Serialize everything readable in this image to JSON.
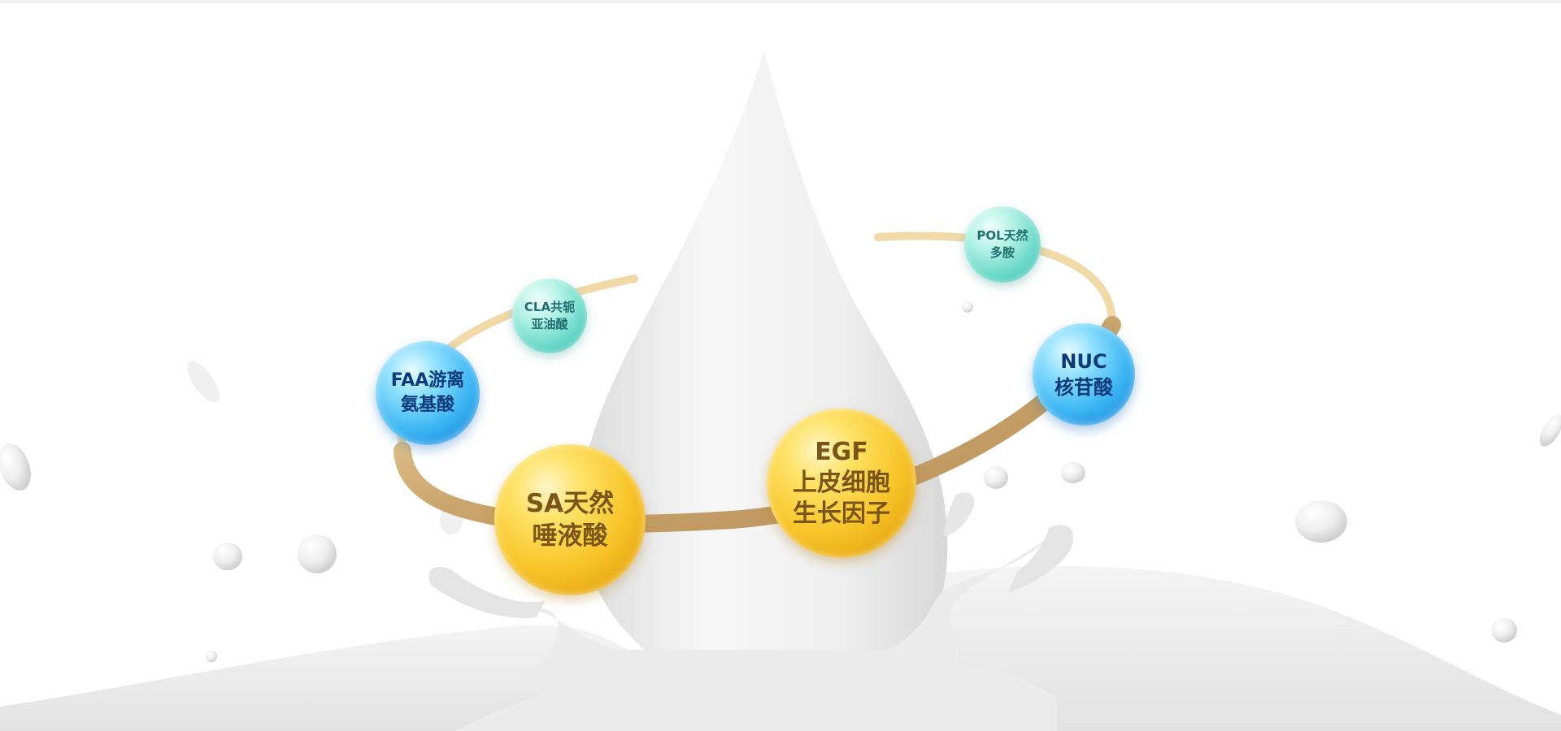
{
  "nutrients": {
    "egf": {
      "line1": "EGF",
      "line2": "上皮细胞",
      "line3": "生长因子"
    },
    "sa": {
      "line1": "SA天然",
      "line2": "唾液酸"
    },
    "faa": {
      "line1": "FAA游离",
      "line2": "氨基酸"
    },
    "cla": {
      "line1": "CLA共轭",
      "line2": "亚油酸"
    },
    "pol": {
      "line1": "POL天然",
      "line2": "多胺"
    },
    "nuc": {
      "line1": "NUC",
      "line2": "核苷酸"
    }
  }
}
